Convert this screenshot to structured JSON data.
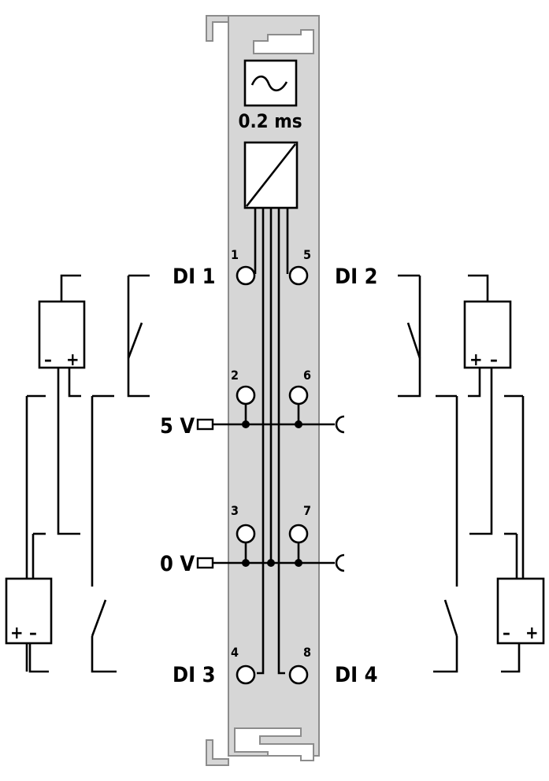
{
  "filter_label": "0.2 ms",
  "channels": {
    "di1": "DI 1",
    "di2": "DI 2",
    "di3": "DI 3",
    "di4": "DI 4"
  },
  "terminals": [
    "1",
    "2",
    "3",
    "4",
    "5",
    "6",
    "7",
    "8"
  ],
  "supply": {
    "plus": "5 V",
    "zero": "0 V"
  },
  "sensor_polarity": {
    "plus": "+",
    "minus": "–"
  },
  "colors": {
    "module_fill": "#d6d6d6",
    "module_stroke": "#8c8c8c",
    "wire": "#000000"
  }
}
